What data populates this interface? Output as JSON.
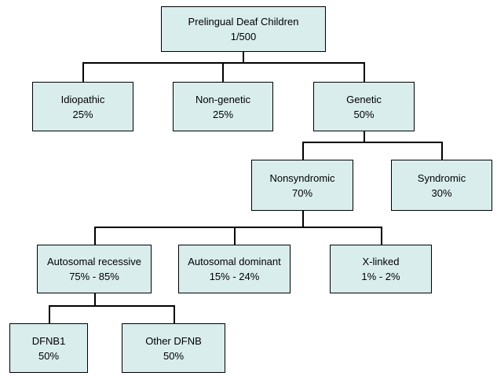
{
  "diagram": {
    "type": "tree",
    "background": "#ffffff",
    "box_fill": "#d9eded",
    "box_border": "#000000",
    "line_color": "#000000"
  },
  "nodes": {
    "root": {
      "label": "Prelingual Deaf Children",
      "value": "1/500"
    },
    "idiopathic": {
      "label": "Idiopathic",
      "value": "25%"
    },
    "non_genetic": {
      "label": "Non-genetic",
      "value": "25%"
    },
    "genetic": {
      "label": "Genetic",
      "value": "50%"
    },
    "nonsyndromic": {
      "label": "Nonsyndromic",
      "value": "70%"
    },
    "syndromic": {
      "label": "Syndromic",
      "value": "30%"
    },
    "autosomal_recessive": {
      "label": "Autosomal recessive",
      "value": "75% - 85%"
    },
    "autosomal_dominant": {
      "label": "Autosomal dominant",
      "value": "15% - 24%"
    },
    "x_linked": {
      "label": "X-linked",
      "value": "1% - 2%"
    },
    "dfnb1": {
      "label": "DFNB1",
      "value": "50%"
    },
    "other_dfnb": {
      "label": "Other DFNB",
      "value": "50%"
    }
  },
  "edges": [
    {
      "from": "root",
      "to": "idiopathic"
    },
    {
      "from": "root",
      "to": "non_genetic"
    },
    {
      "from": "root",
      "to": "genetic"
    },
    {
      "from": "genetic",
      "to": "nonsyndromic"
    },
    {
      "from": "genetic",
      "to": "syndromic"
    },
    {
      "from": "nonsyndromic",
      "to": "autosomal_recessive"
    },
    {
      "from": "nonsyndromic",
      "to": "autosomal_dominant"
    },
    {
      "from": "nonsyndromic",
      "to": "x_linked"
    },
    {
      "from": "autosomal_recessive",
      "to": "dfnb1"
    },
    {
      "from": "autosomal_recessive",
      "to": "other_dfnb"
    }
  ]
}
